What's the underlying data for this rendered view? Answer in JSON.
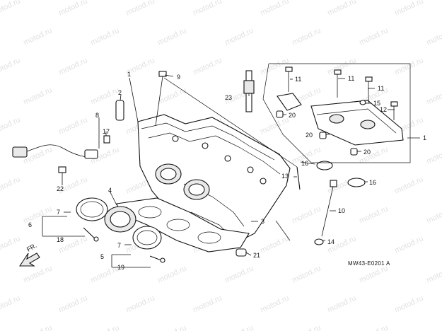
{
  "watermark": "motod.ru",
  "diagram_code": "MW43-E0201 A",
  "direction_label": "FR.",
  "callouts": [
    "1",
    "2",
    "9",
    "23",
    "11",
    "11",
    "11",
    "15",
    "12",
    "20",
    "20",
    "20",
    "8",
    "17",
    "22",
    "16",
    "16",
    "4",
    "7",
    "6",
    "18",
    "10",
    "14",
    "3",
    "7",
    "5",
    "19",
    "21",
    "13",
    "1"
  ],
  "colors": {
    "ink": "#111111",
    "watermark": "#c9c9c9",
    "background": "#ffffff"
  }
}
